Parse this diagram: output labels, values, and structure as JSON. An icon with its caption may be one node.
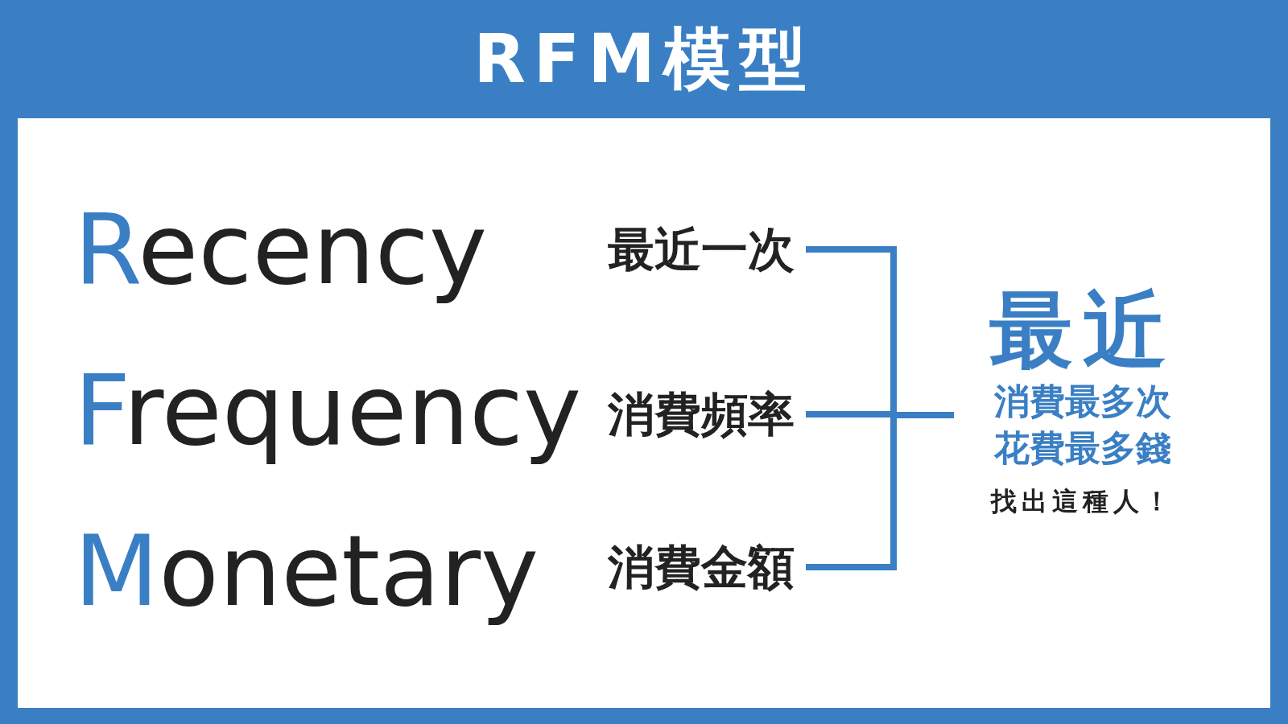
{
  "diagram": {
    "title": "RFM模型",
    "nodes": [
      {
        "text": [
          "最近一次"
        ]
      },
      {
        "text": [
          "消費頻率"
        ]
      },
      {
        "text": [
          "消費金額"
        ]
      },
      {
        "text": [
          "最近",
          "消費最多次花費最多錢",
          "找出這種人！"
        ]
      }
    ],
    "edges": [
      {
        "from": 0,
        "to": 3,
        "arrow": "none"
      },
      {
        "from": 1,
        "to": 3,
        "arrow": "none"
      },
      {
        "from": 2,
        "to": 3,
        "arrow": "none"
      }
    ],
    "labels": [
      "Recency",
      "Frequency",
      "Monetary"
    ]
  }
}
